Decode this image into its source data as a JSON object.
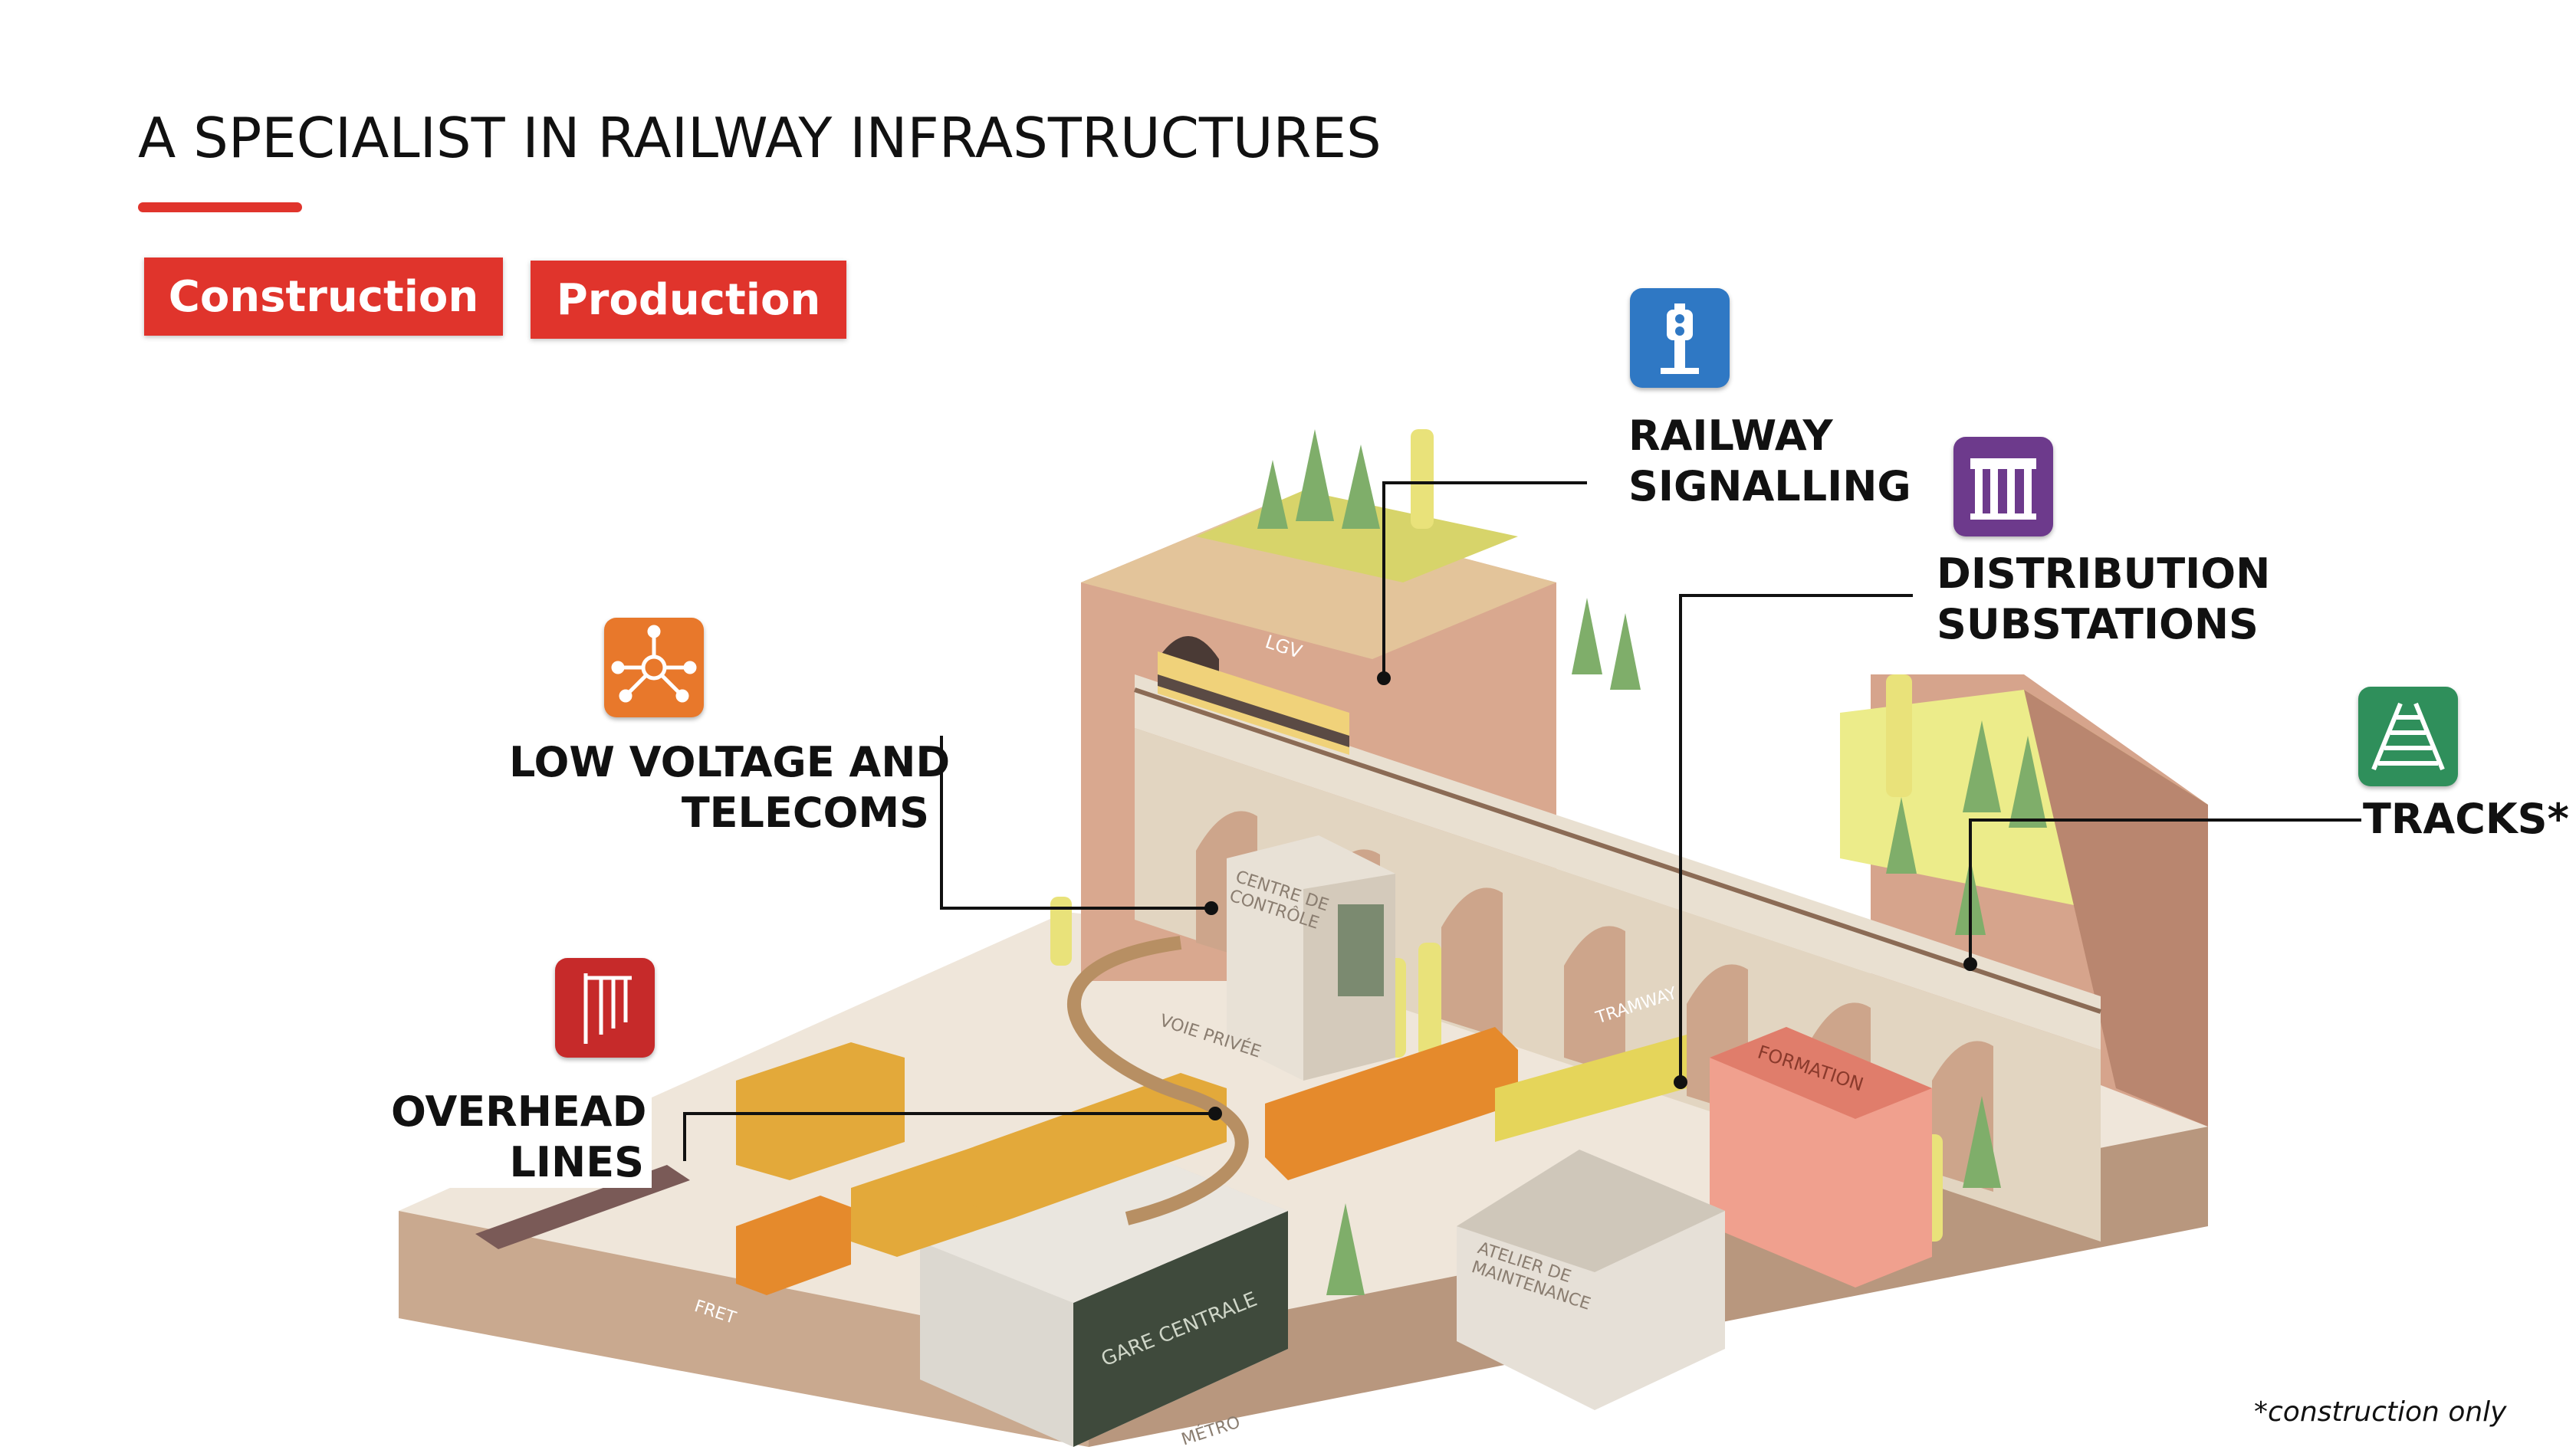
{
  "title": "A SPECIALIST IN RAILWAY INFRASTRUCTURES",
  "tags": {
    "construction": "Construction",
    "production": "Production"
  },
  "labels": {
    "railway_signalling": [
      "RAILWAY",
      "SIGNALLING"
    ],
    "distribution_substations": [
      "DISTRIBUTION",
      "SUBSTATIONS"
    ],
    "low_voltage": [
      "LOW VOLTAGE AND",
      "TELECOMS"
    ],
    "tracks": "TRACKS*",
    "overhead_lines": [
      "OVERHEAD",
      "LINES"
    ]
  },
  "scene_signs": {
    "lgv": "LGV",
    "centre": [
      "CENTRE DE",
      "CONTRÔLE"
    ],
    "voie_privee": "VOIE PRIVÉE",
    "tramway": "TRAMWAY",
    "formation": "FORMATION",
    "atelier": [
      "ATELIER DE",
      "MAINTENANCE"
    ],
    "gare": "GARE CENTRALE",
    "fret": "FRET",
    "metro": "MÉTRO"
  },
  "footnote": "*construction only",
  "colors": {
    "accent_red": "#e0342c",
    "signalling_blue": "#2f78c4",
    "substation_purple": "#6d3a8c",
    "telecom_orange": "#e8782b",
    "tracks_green": "#2f8f5b",
    "overhead_red": "#c62a2a"
  },
  "icons": {
    "signalling": "railway-signal-icon",
    "substation": "electrical-substation-icon",
    "telecom": "network-hub-icon",
    "tracks": "railroad-track-icon",
    "overhead": "catenary-pole-icon"
  }
}
